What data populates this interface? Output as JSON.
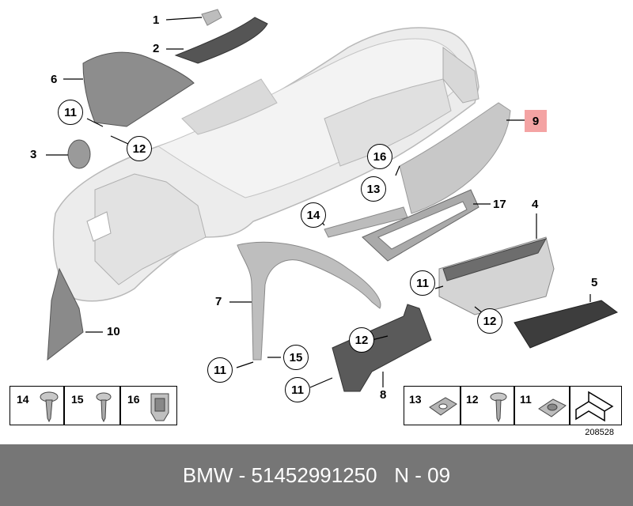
{
  "diagram": {
    "callouts": {
      "c1": "1",
      "c2": "2",
      "c3": "3",
      "c4": "4",
      "c5": "5",
      "c6": "6",
      "c7": "7",
      "c8": "8",
      "c9": "9",
      "c10": "10",
      "c17": "17",
      "circ11a": "11",
      "circ12a": "12",
      "circ16": "16",
      "circ13": "13",
      "circ14": "14",
      "circ11b": "11",
      "circ12b": "12",
      "circ11c": "11",
      "circ15": "15",
      "circ12c": "12",
      "circ11d": "11"
    },
    "highlight_color": "#f4a3a3",
    "legend_boxes": {
      "b14": "14",
      "b15": "15",
      "b16": "16",
      "b13": "13",
      "b12": "12",
      "b11": "11"
    },
    "diagram_number": "208528"
  },
  "footer": {
    "brand": "BMW",
    "sep1": " - ",
    "part_number": "51452991250",
    "sep2": "   N - 09"
  }
}
